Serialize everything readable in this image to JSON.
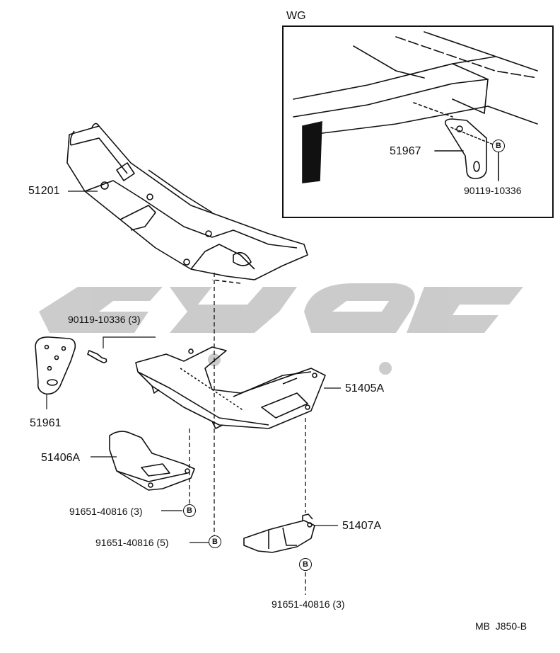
{
  "inset": {
    "title": "WG",
    "part": "51967",
    "bolt": "90119-10336",
    "ref": "B"
  },
  "parts": {
    "crossmember": "51201",
    "plate_main": "51405A",
    "bracket_left": "51961",
    "bolt_bracket": "90119-10336 (3)",
    "cover_small": "51406A",
    "bracket_right": "51407A",
    "screw_a": "91651-40816 (3)",
    "screw_b": "91651-40816 (5)",
    "screw_c": "91651-40816 (3)"
  },
  "ref_marker": "B",
  "footer": "MB  J850-B",
  "colors": {
    "line": "#111111",
    "watermark": "#c8c8c8"
  }
}
